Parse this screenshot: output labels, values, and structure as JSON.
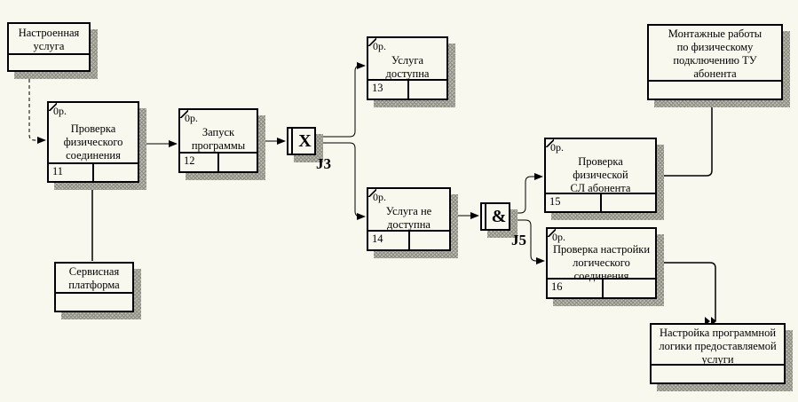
{
  "diagram": {
    "type": "IDEF3 process flow",
    "boxes": [
      {
        "id": "nastroennaya",
        "title": "Настроенная\nуслуга",
        "kind": "referent"
      },
      {
        "id": "b11",
        "title": "Проверка\nфизического\nсоединения",
        "number": "11",
        "cost": "0р."
      },
      {
        "id": "b12",
        "title": "Запуск\nпрограммы",
        "number": "12",
        "cost": "0р."
      },
      {
        "id": "b13",
        "title": "Услуга\nдоступна",
        "number": "13",
        "cost": "0р."
      },
      {
        "id": "b14",
        "title": "Услуга не\nдоступна",
        "number": "14",
        "cost": "0р."
      },
      {
        "id": "b15",
        "title": "Проверка\nфизической\nСЛ абонента",
        "number": "15",
        "cost": "0р."
      },
      {
        "id": "b16",
        "title": "Проверка настройки\nлогического\nсоединения",
        "number": "16",
        "cost": "0р."
      },
      {
        "id": "montazh",
        "title": "Монтажные работы\nпо физическому\nподключению ТУ\nабонента",
        "kind": "referent"
      },
      {
        "id": "servis",
        "title": "Сервисная\nплатформа",
        "kind": "referent"
      },
      {
        "id": "nastroika",
        "title": "Настройка программной\nлогики предоставляемой\nуслуги",
        "kind": "referent"
      }
    ],
    "junctions": [
      {
        "id": "J3",
        "symbol": "X",
        "label": "J3"
      },
      {
        "id": "J5",
        "symbol": "&",
        "label": "J5"
      }
    ],
    "links": [
      {
        "from": "nastroennaya",
        "to": "b11",
        "style": "dashed"
      },
      {
        "from": "servis",
        "to": "b11",
        "style": "solid"
      },
      {
        "from": "b11",
        "to": "b12",
        "style": "solid"
      },
      {
        "from": "b12",
        "to": "J3",
        "style": "solid"
      },
      {
        "from": "J3",
        "to": "b13",
        "style": "solid"
      },
      {
        "from": "J3",
        "to": "b14",
        "style": "solid"
      },
      {
        "from": "b14",
        "to": "J5",
        "style": "solid"
      },
      {
        "from": "J5",
        "to": "b15",
        "style": "solid"
      },
      {
        "from": "J5",
        "to": "b16",
        "style": "solid"
      },
      {
        "from": "b15",
        "to": "montazh",
        "style": "solid"
      },
      {
        "from": "b16",
        "to": "nastroika",
        "style": "solid"
      }
    ]
  }
}
